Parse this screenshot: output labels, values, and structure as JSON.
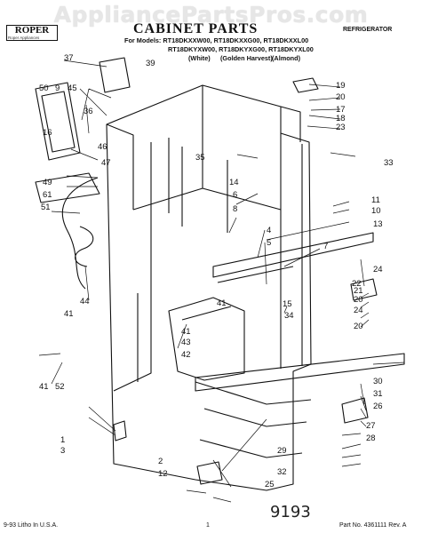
{
  "watermark": "AppliancePartsPros.com",
  "brand": {
    "name": "ROPER",
    "tagline": "Roper Appliances"
  },
  "header": {
    "title": "CABINET PARTS",
    "department": "REFRIGERATOR",
    "models_prefix": "For Models:",
    "models_line1": "RT18DKXXW00, RT18DKXXG00, RT18DKXXL00",
    "models_line2": "RT18DKYXW00, RT18DKYXG00, RT18DKYXL00",
    "colors": [
      "(White)",
      "(Golden Harvest)",
      "(Almond)"
    ]
  },
  "footer": {
    "left": "9-93 Litho In U.S.A.",
    "page": "1",
    "part_no": "Part No. 4361111 Rev. A"
  },
  "handwritten": "9193",
  "callouts": [
    "1",
    "2",
    "3",
    "4",
    "5",
    "6",
    "7",
    "8",
    "9",
    "10",
    "11",
    "12",
    "13",
    "14",
    "15",
    "16",
    "17",
    "18",
    "19",
    "20",
    "20",
    "20",
    "21",
    "22",
    "23",
    "24",
    "24",
    "25",
    "26",
    "27",
    "28",
    "29",
    "30",
    "31",
    "32",
    "33",
    "34",
    "35",
    "36",
    "37",
    "39",
    "41",
    "41",
    "41",
    "41",
    "42",
    "43",
    "44",
    "45",
    "46",
    "47",
    "49",
    "50",
    "51",
    "52",
    "61"
  ]
}
